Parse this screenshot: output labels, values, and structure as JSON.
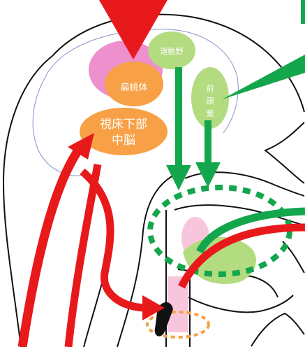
{
  "labels": {
    "amygdala": "扁桃体",
    "hypothalamus_line1": "視床下部",
    "hypothalamus_line2": "中脳",
    "motor_cortex": "運動野",
    "frontal_line1": "前",
    "frontal_line2": "頭",
    "frontal_line3": "葉"
  },
  "colors": {
    "red": "#e8191b",
    "green": "#14a64c",
    "pink": "#ee8fce",
    "orange": "#f7a045",
    "light_green": "#b3db80",
    "outline": "#111111",
    "brain_outline": "#8891c9"
  }
}
